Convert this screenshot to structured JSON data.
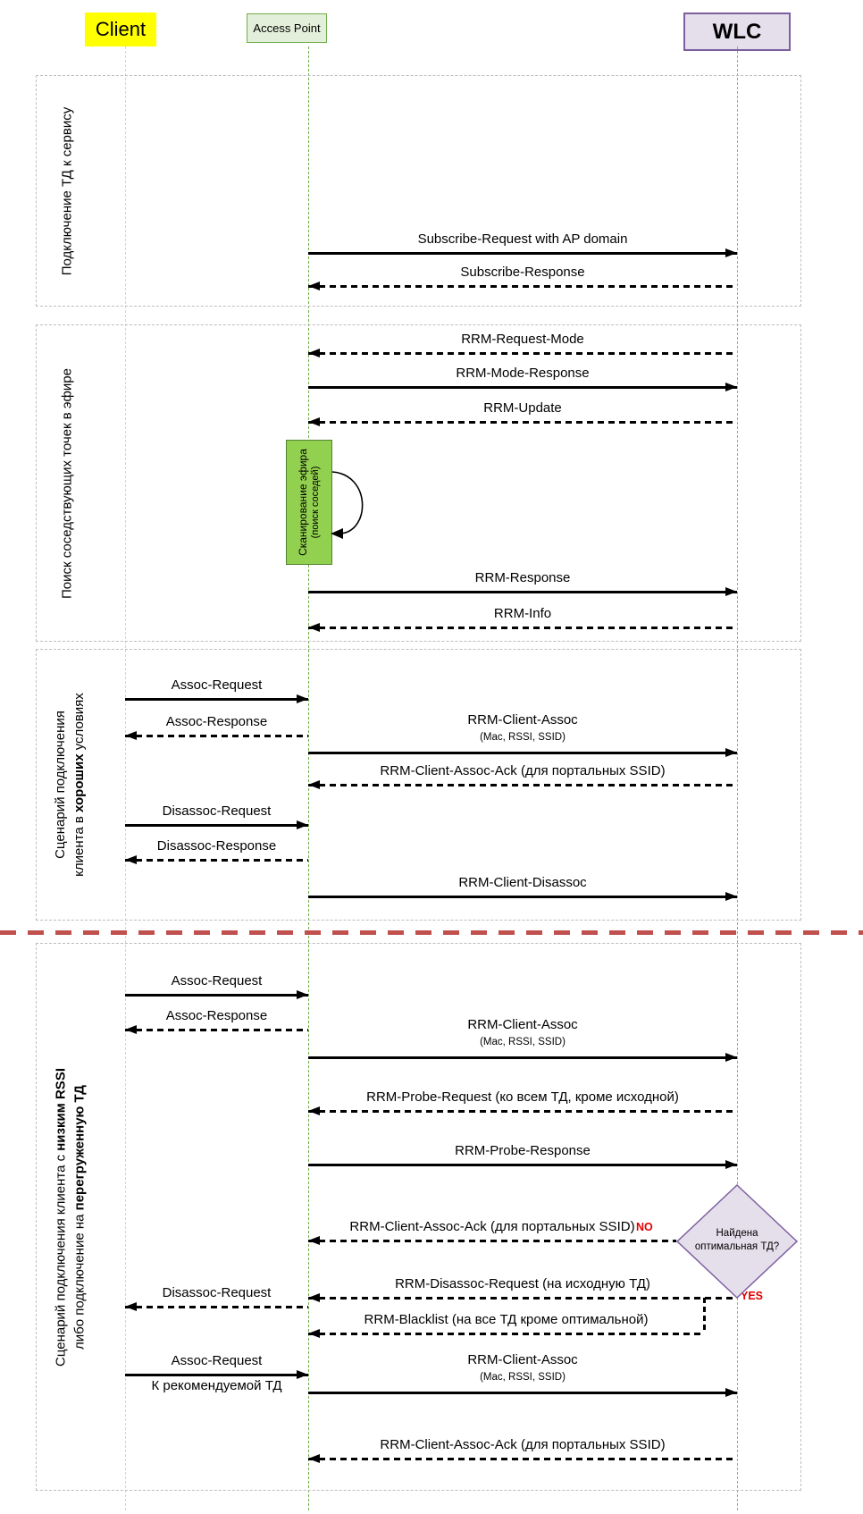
{
  "actors": [
    {
      "id": "client",
      "label": "Client"
    },
    {
      "id": "ap",
      "label": "Access Point"
    },
    {
      "id": "wlc",
      "label": "WLC"
    }
  ],
  "sections": [
    {
      "id": "s1",
      "lines": [
        [
          {
            "t": "Подключение ТД к сервису"
          }
        ]
      ]
    },
    {
      "id": "s2",
      "lines": [
        [
          {
            "t": "Поиск соседствующих точек в эфире"
          }
        ]
      ]
    },
    {
      "id": "s3",
      "lines": [
        [
          {
            "t": "Сценарий подключения"
          }
        ],
        [
          {
            "t": "клиента в "
          },
          {
            "t": "хороших",
            "b": true
          },
          {
            "t": " условиях"
          }
        ]
      ]
    },
    {
      "id": "s4",
      "lines": [
        [
          {
            "t": "Сценарий подключения клиента с "
          },
          {
            "t": "низким RSSI",
            "b": true
          }
        ],
        [
          {
            "t": "либо подключение на "
          },
          {
            "t": "перегруженную ТД",
            "b": true
          }
        ]
      ]
    }
  ],
  "messages": [
    {
      "id": "m1",
      "section": "s1",
      "label": "Subscribe-Request with AP domain",
      "from": "ap",
      "to": "wlc",
      "line": "solid"
    },
    {
      "id": "m2",
      "section": "s1",
      "label": "Subscribe-Response",
      "from": "wlc",
      "to": "ap",
      "line": "dashed"
    },
    {
      "id": "m3",
      "section": "s2",
      "label": "RRM-Request-Mode",
      "from": "wlc",
      "to": "ap",
      "line": "dashed"
    },
    {
      "id": "m4",
      "section": "s2",
      "label": "RRM-Mode-Response",
      "from": "ap",
      "to": "wlc",
      "line": "solid"
    },
    {
      "id": "m5",
      "section": "s2",
      "label": "RRM-Update",
      "from": "wlc",
      "to": "ap",
      "line": "dashed"
    },
    {
      "id": "m6",
      "section": "s2",
      "label": "RRM-Response",
      "from": "ap",
      "to": "wlc",
      "line": "solid"
    },
    {
      "id": "m7",
      "section": "s2",
      "label": "RRM-Info",
      "from": "wlc",
      "to": "ap",
      "line": "dashed"
    },
    {
      "id": "m8",
      "section": "s3",
      "label": "Assoc-Request",
      "from": "client",
      "to": "ap",
      "line": "solid"
    },
    {
      "id": "m9",
      "section": "s3",
      "label": "Assoc-Response",
      "from": "ap",
      "to": "client",
      "line": "dashed"
    },
    {
      "id": "m10",
      "section": "s3",
      "label": "RRM-Client-Assoc",
      "sublabel": "(Mac, RSSI, SSID)",
      "from": "ap",
      "to": "wlc",
      "line": "solid"
    },
    {
      "id": "m11",
      "section": "s3",
      "label": "RRM-Client-Assoc-Ack (для портальных SSID)",
      "from": "wlc",
      "to": "ap",
      "line": "dashed"
    },
    {
      "id": "m12",
      "section": "s3",
      "label": "Disassoc-Request",
      "from": "client",
      "to": "ap",
      "line": "solid"
    },
    {
      "id": "m13",
      "section": "s3",
      "label": "Disassoc-Response",
      "from": "ap",
      "to": "client",
      "line": "dashed"
    },
    {
      "id": "m14",
      "section": "s3",
      "label": "RRM-Client-Disassoc",
      "from": "ap",
      "to": "wlc",
      "line": "solid"
    },
    {
      "id": "m15",
      "section": "s4",
      "label": "Assoc-Request",
      "from": "client",
      "to": "ap",
      "line": "solid"
    },
    {
      "id": "m16",
      "section": "s4",
      "label": "Assoc-Response",
      "from": "ap",
      "to": "client",
      "line": "dashed"
    },
    {
      "id": "m17",
      "section": "s4",
      "label": "RRM-Client-Assoc",
      "sublabel": "(Mac, RSSI, SSID)",
      "from": "ap",
      "to": "wlc",
      "line": "solid"
    },
    {
      "id": "m18",
      "section": "s4",
      "label": "RRM-Probe-Request (ко всем ТД, кроме исходной)",
      "from": "wlc",
      "to": "ap",
      "line": "dashed"
    },
    {
      "id": "m19",
      "section": "s4",
      "label": "RRM-Probe-Response",
      "from": "ap",
      "to": "wlc",
      "line": "solid"
    },
    {
      "id": "m20",
      "section": "s4",
      "label": "RRM-Client-Assoc-Ack (для портальных SSID)",
      "from": "wlc",
      "to": "ap",
      "line": "dashed",
      "annotation": "NO"
    },
    {
      "id": "m21",
      "section": "s4",
      "label": "RRM-Disassoc-Request (на исходную ТД)",
      "from": "wlc",
      "to": "ap",
      "line": "dashed",
      "annotation": "YES"
    },
    {
      "id": "m22",
      "section": "s4",
      "label": "Disassoc-Request",
      "from": "ap",
      "to": "client",
      "line": "dashed"
    },
    {
      "id": "m23",
      "section": "s4",
      "label": "RRM-Blacklist (на все ТД кроме оптимальной)",
      "from": "wlc",
      "to": "ap",
      "line": "dashed"
    },
    {
      "id": "m24",
      "section": "s4",
      "label": "Assoc-Request",
      "below_label": "К рекомендуемой ТД",
      "from": "client",
      "to": "ap",
      "line": "solid"
    },
    {
      "id": "m25",
      "section": "s4",
      "label": "RRM-Client-Assoc",
      "sublabel": "(Mac, RSSI, SSID)",
      "from": "ap",
      "to": "wlc",
      "line": "solid"
    },
    {
      "id": "m26",
      "section": "s4",
      "label": "RRM-Client-Assoc-Ack (для портальных SSID)",
      "from": "wlc",
      "to": "ap",
      "line": "dashed"
    }
  ],
  "scan_note": {
    "lines": [
      "Сканирование эфира",
      "(поиск соседей)"
    ]
  },
  "decision": {
    "lines": [
      "Найдена",
      "оптимальная ТД?"
    ],
    "no_label": "NO",
    "yes_label": "YES"
  },
  "colors": {
    "client_fill": "#FFFF00",
    "client_lifeline": "#ECEC1E",
    "ap_fill": "#E3EFDA",
    "ap_border": "#70AD47",
    "wlc_fill": "#E5DFEC",
    "wlc_border": "#7D5FA0",
    "wlc_lifeline": "#A violet",
    "note_fill": "#92D050",
    "note_border": "#538135",
    "divider": "#C0504D",
    "annotation": "#E00000",
    "section_border": "#BDBDBD",
    "arrow": "#000000"
  }
}
